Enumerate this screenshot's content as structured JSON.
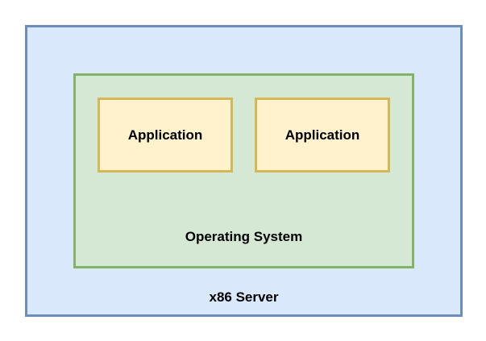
{
  "diagram": {
    "server": {
      "label": "x86 Server"
    },
    "operating_system": {
      "label": "Operating System"
    },
    "applications": [
      {
        "label": "Application"
      },
      {
        "label": "Application"
      }
    ]
  },
  "colors": {
    "server_fill": "#dae8fc",
    "server_stroke": "#6c8ebf",
    "os_fill": "#d5e8d4",
    "os_stroke": "#82b366",
    "app_fill": "#fff2cc",
    "app_stroke": "#d6b656"
  }
}
